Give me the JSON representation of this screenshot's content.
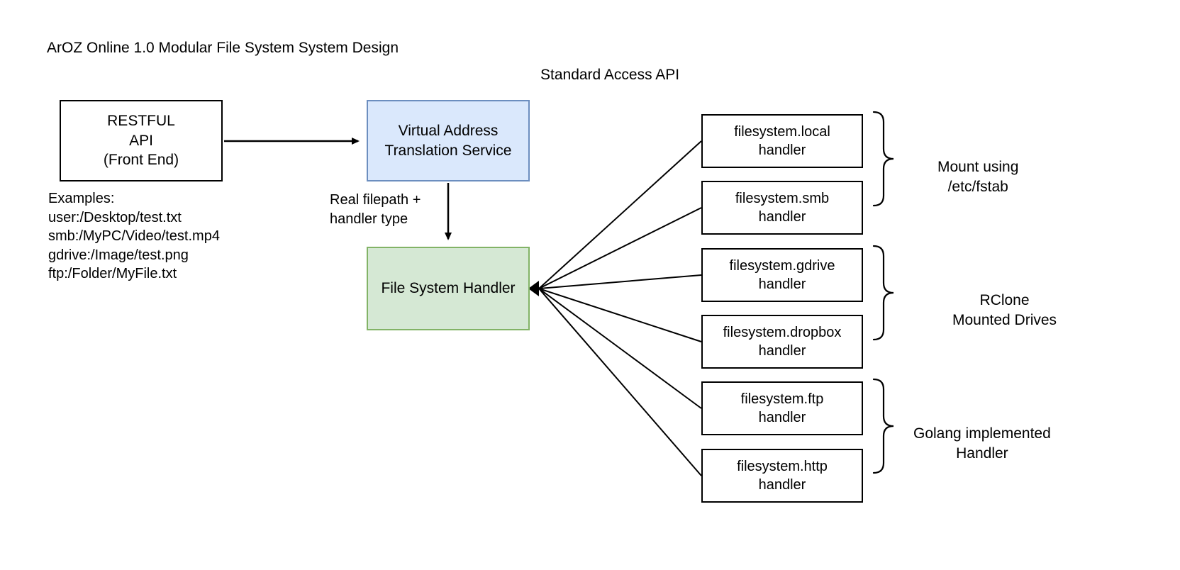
{
  "diagram": {
    "title": "ArOZ Online 1.0 Modular File System System Design",
    "section_header": "Standard Access API",
    "colors": {
      "blue_fill": "#dae8fc",
      "blue_stroke": "#6c8ebf",
      "green_fill": "#d5e8d4",
      "green_stroke": "#82b366",
      "line": "#000000",
      "box_fill": "#ffffff",
      "box_stroke": "#000000"
    },
    "nodes": {
      "restful_api": "RESTFUL\nAPI\n(Front End)",
      "virtual_address_translation_service": "Virtual Address\nTranslation Service",
      "file_system_handler": "File System Handler"
    },
    "edge_label": "Real filepath +\nhandler type",
    "examples": "Examples:\nuser:/Desktop/test.txt\nsmb:/MyPC/Video/test.mp4\ngdrive:/Image/test.png\nftp:/Folder/MyFile.txt",
    "handlers": [
      {
        "name": "filesystem.local\nhandler"
      },
      {
        "name": "filesystem.smb\nhandler"
      },
      {
        "name": "filesystem.gdrive\nhandler"
      },
      {
        "name": "filesystem.dropbox\nhandler"
      },
      {
        "name": "filesystem.ftp\nhandler"
      },
      {
        "name": "filesystem.http\nhandler"
      }
    ],
    "groups": [
      {
        "label": "Mount using\n/etc/fstab"
      },
      {
        "label": "RClone\nMounted Drives"
      },
      {
        "label": "Golang implemented\nHandler"
      }
    ]
  }
}
